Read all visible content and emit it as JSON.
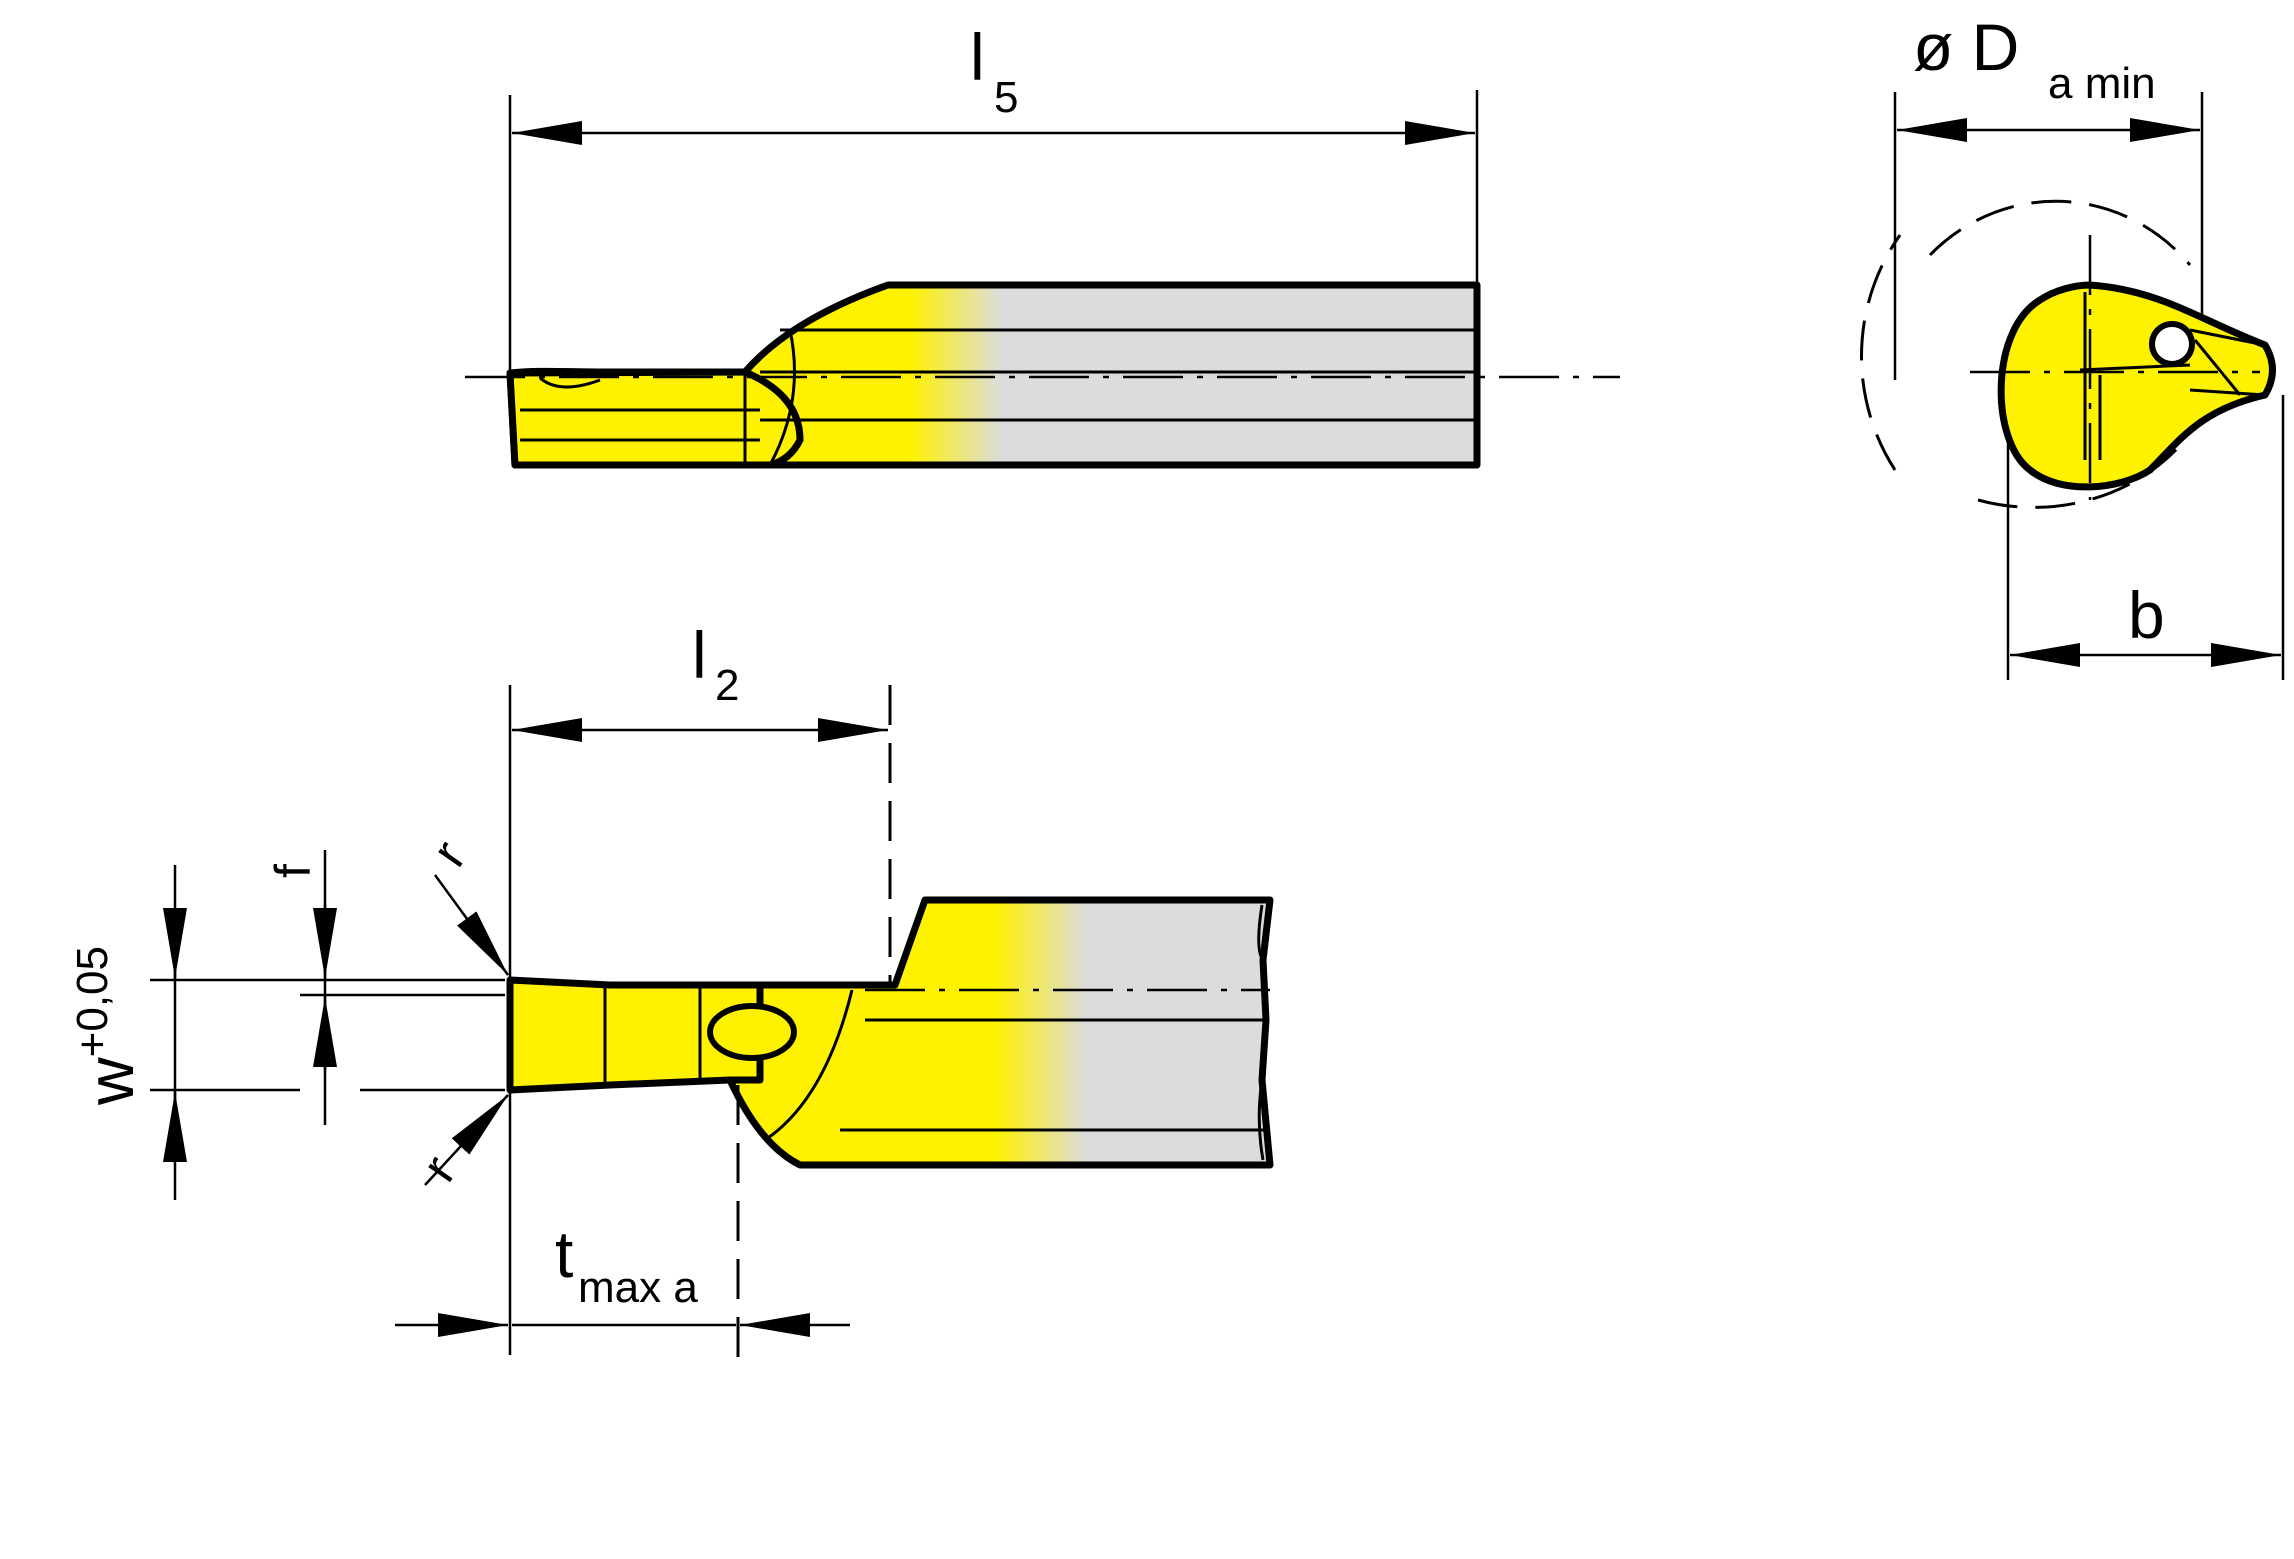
{
  "colors": {
    "carbide_yellow": "#FFF200",
    "steel_gray": "#DCDCDC",
    "line": "#000000",
    "background": "#FFFFFF"
  },
  "labels": {
    "l5": {
      "main": "l",
      "sub": "5"
    },
    "l2": {
      "main": "l",
      "sub": "2"
    },
    "da_min": {
      "prefix": "ø D",
      "sub": "a min"
    },
    "b": "b",
    "f": "f",
    "r_top": "r",
    "r_bottom": "r",
    "w": {
      "main": "w",
      "sup": "+0,05"
    },
    "tmax": {
      "main": "t",
      "sub": "max a"
    }
  }
}
